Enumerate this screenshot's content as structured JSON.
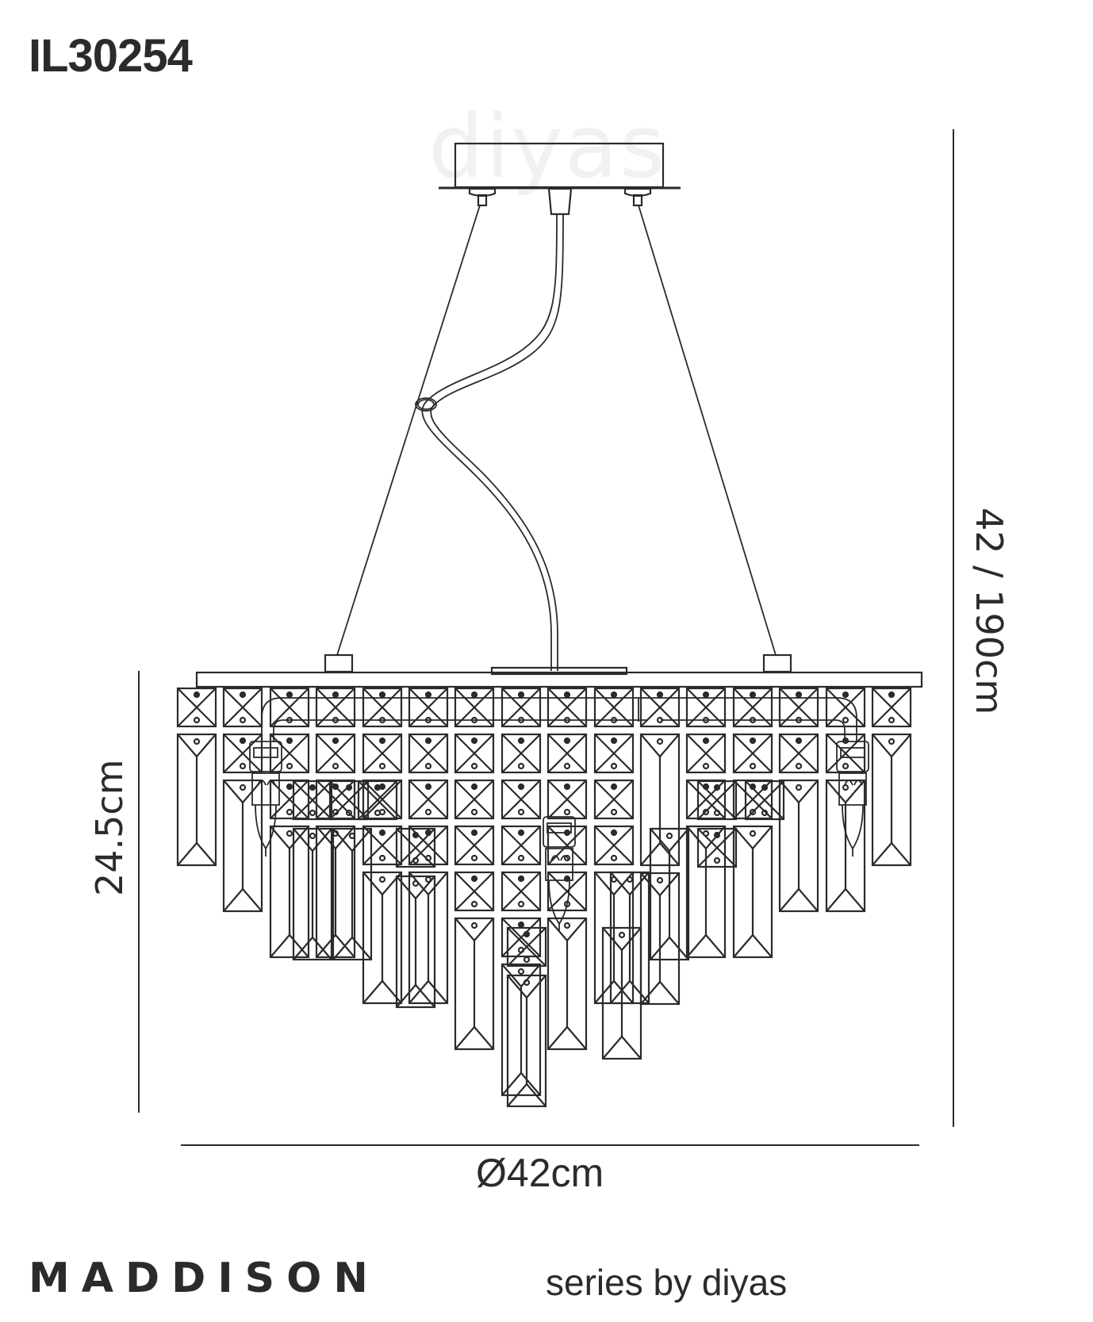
{
  "product_code": "IL30254",
  "watermark": "diyas",
  "dimensions": {
    "height_body": "24.5cm",
    "height_total": "42 / 190cm",
    "diameter": "Ø42cm"
  },
  "footer": {
    "series_name": "MADDISON",
    "series_tagline": "series by diyas"
  },
  "colors": {
    "line": "#2b2b2b",
    "watermark": "#f1f1f1",
    "background": "#ffffff"
  }
}
